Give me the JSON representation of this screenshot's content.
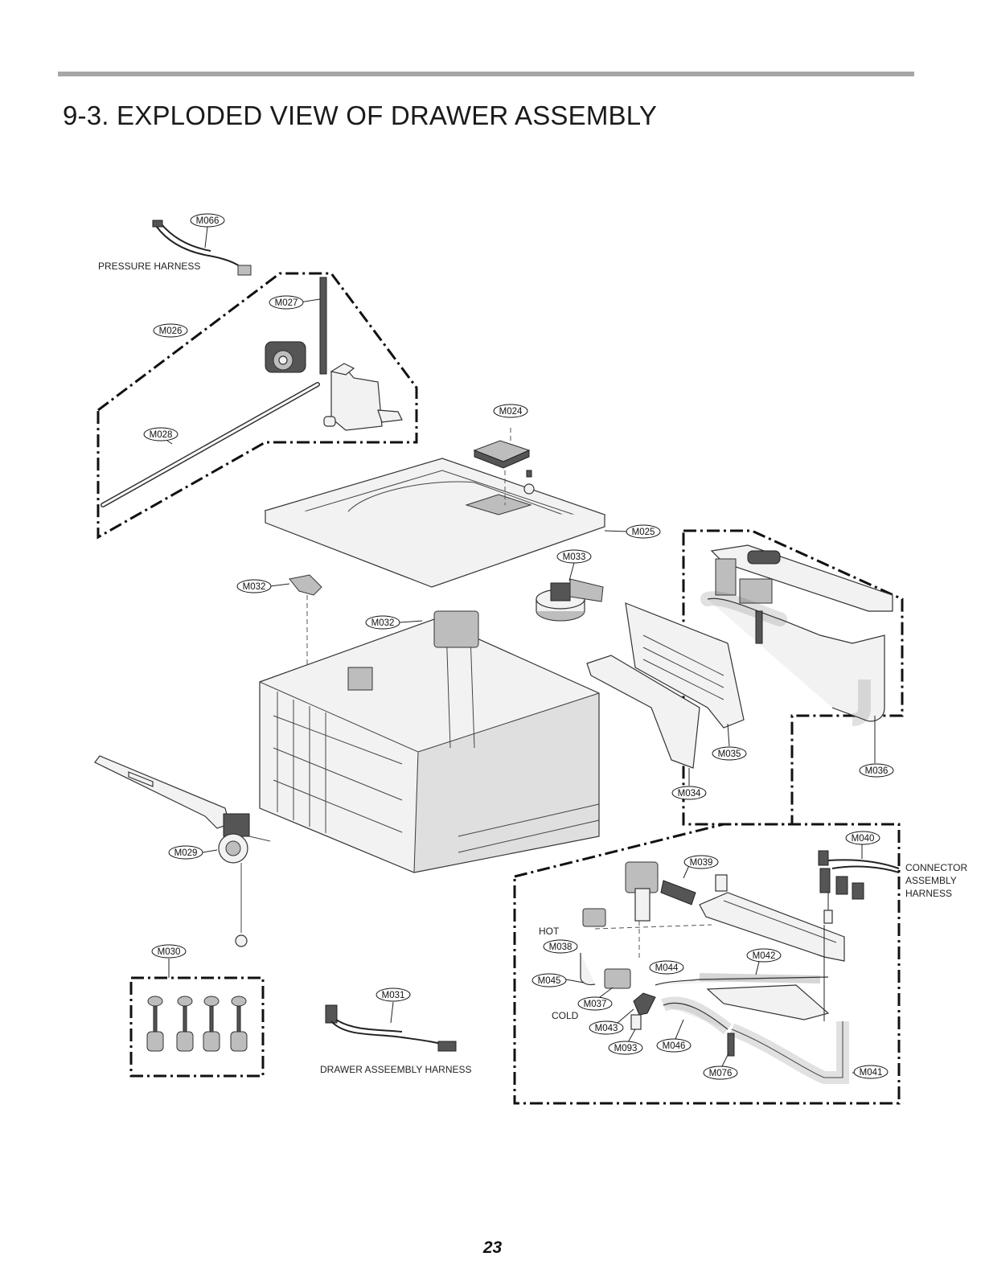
{
  "page": {
    "title": "9-3. EXPLODED VIEW OF DRAWER ASSEMBLY",
    "page_number": "23"
  },
  "parts": {
    "m066": "M066",
    "m027": "M027",
    "m026": "M026",
    "m028": "M028",
    "m024": "M024",
    "m025": "M025",
    "m032a": "M032",
    "m032b": "M032",
    "m033": "M033",
    "m035": "M035",
    "m034": "M034",
    "m036": "M036",
    "m029": "M029",
    "m030": "M030",
    "m031": "M031",
    "m040": "M040",
    "m039": "M039",
    "m038": "M038",
    "m045": "M045",
    "m044": "M044",
    "m042": "M042",
    "m037": "M037",
    "m043": "M043",
    "m093": "M093",
    "m046": "M046",
    "m076": "M076",
    "m041": "M041"
  },
  "captions": {
    "pressure_harness": "PRESSURE HARNESS",
    "connector_line1": "CONNECTOR",
    "connector_line2": "ASSEMBLY",
    "connector_line3": "HARNESS",
    "hot": "HOT",
    "cold": "COLD",
    "drawer_harness": "DRAWER ASSEEMBLY HARNESS"
  }
}
